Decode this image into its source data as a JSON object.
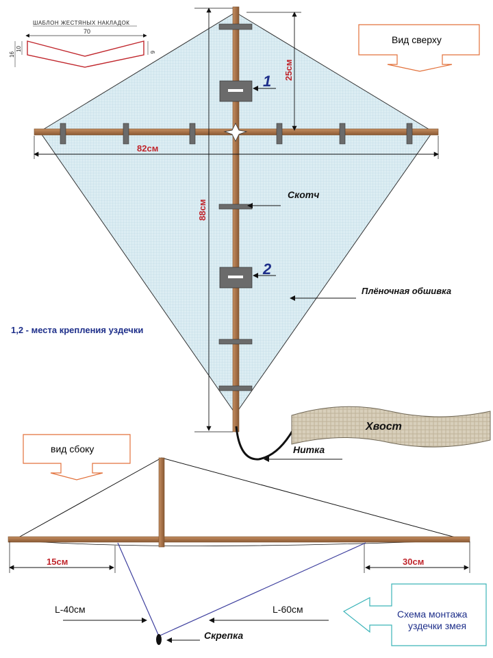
{
  "top_view": {
    "title": "Вид сверху",
    "dim_spar": "82см",
    "dim_spine": "88см",
    "dim_top": "25см",
    "label_tape": "Скотч",
    "label_skin": "Плёночная обшивка",
    "label_bridle_points": "1,2 - места крепления уздечки",
    "marker_1": "1",
    "marker_2": "2",
    "label_tail": "Хвост",
    "label_thread": "Нитка"
  },
  "template": {
    "title": "ШАБЛОН ЖЕСТЯНЫХ НАКЛАДОК",
    "dim_width": "70",
    "dim_h1": "16",
    "dim_h2": "10",
    "dim_h3": "6"
  },
  "side_view": {
    "title": "вид сбоку",
    "dim_left": "15см",
    "dim_right": "30см",
    "len_left": "L-40см",
    "len_right": "L-60см",
    "label_clip": "Скрепка"
  },
  "bridle_box": {
    "line1": "Схема монтажа",
    "line2": "уздечки змея"
  },
  "colors": {
    "wood": "#a8734a",
    "wood_dark": "#7a4f2c",
    "skin": "#d9ecf3",
    "metal": "#6b6b6b",
    "dim_red": "#c0262c",
    "arrow_orange": "#e2703a",
    "arrow_teal": "#3ab3b8",
    "bridle_line": "#3d3f9e",
    "number_blue": "#1e2f8a"
  }
}
